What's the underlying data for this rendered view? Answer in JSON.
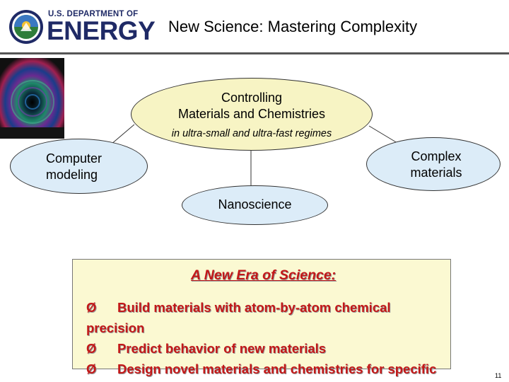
{
  "header": {
    "logo_top": "U.S. DEPARTMENT OF",
    "logo_main": "ENERGY",
    "title": "New Science: Mastering Complexity"
  },
  "colors": {
    "logo": "#1f2a66",
    "title_rule": "#555555",
    "center_node": "#f7f4c4",
    "outer_nodes": "#dcecf8",
    "callout_bg": "#fbf9d2",
    "callout_text": "#c31818"
  },
  "icons": {
    "seal": "doe-seal-icon",
    "cover": "book-cover-image",
    "bullet": "arrowhead-bullet-icon"
  },
  "diagram": {
    "center": {
      "line1": "Controlling",
      "line2": "Materials and Chemistries",
      "sub": "in ultra-small and ultra-fast regimes"
    },
    "left": {
      "line1": "Computer",
      "line2": "modeling"
    },
    "right": {
      "line1": "Complex",
      "line2": "materials"
    },
    "bottom": {
      "line1": "Nanoscience"
    }
  },
  "callout": {
    "title": "A New Era of Science:",
    "bullet_glyph": "Ø",
    "items": [
      {
        "line1": "Build materials with atom-by-atom chemical",
        "line2": "precision"
      },
      {
        "line1": "Predict behavior of new materials"
      },
      {
        "line1": "Design novel materials and chemistries for specific"
      }
    ]
  },
  "page_number": "11"
}
